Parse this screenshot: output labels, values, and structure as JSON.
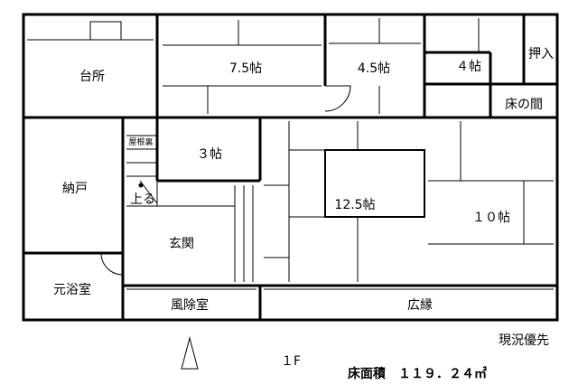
{
  "rooms": {
    "kitchen": "台所",
    "r75": "7.5帖",
    "r45": "4.5帖",
    "r4": "４帖",
    "closet": "押入",
    "tokonoma": "床の間",
    "storage": "納戸",
    "attic": "屋根裏",
    "r3": "３帖",
    "up": "上る",
    "r125": "12.5帖",
    "r10": "１０帖",
    "entrance": "玄関",
    "bath": "元浴室",
    "windbreak": "風除室",
    "veranda": "広縁"
  },
  "floor": "１F",
  "area": "床面積　１１９．２４㎡",
  "note": "現況優先"
}
